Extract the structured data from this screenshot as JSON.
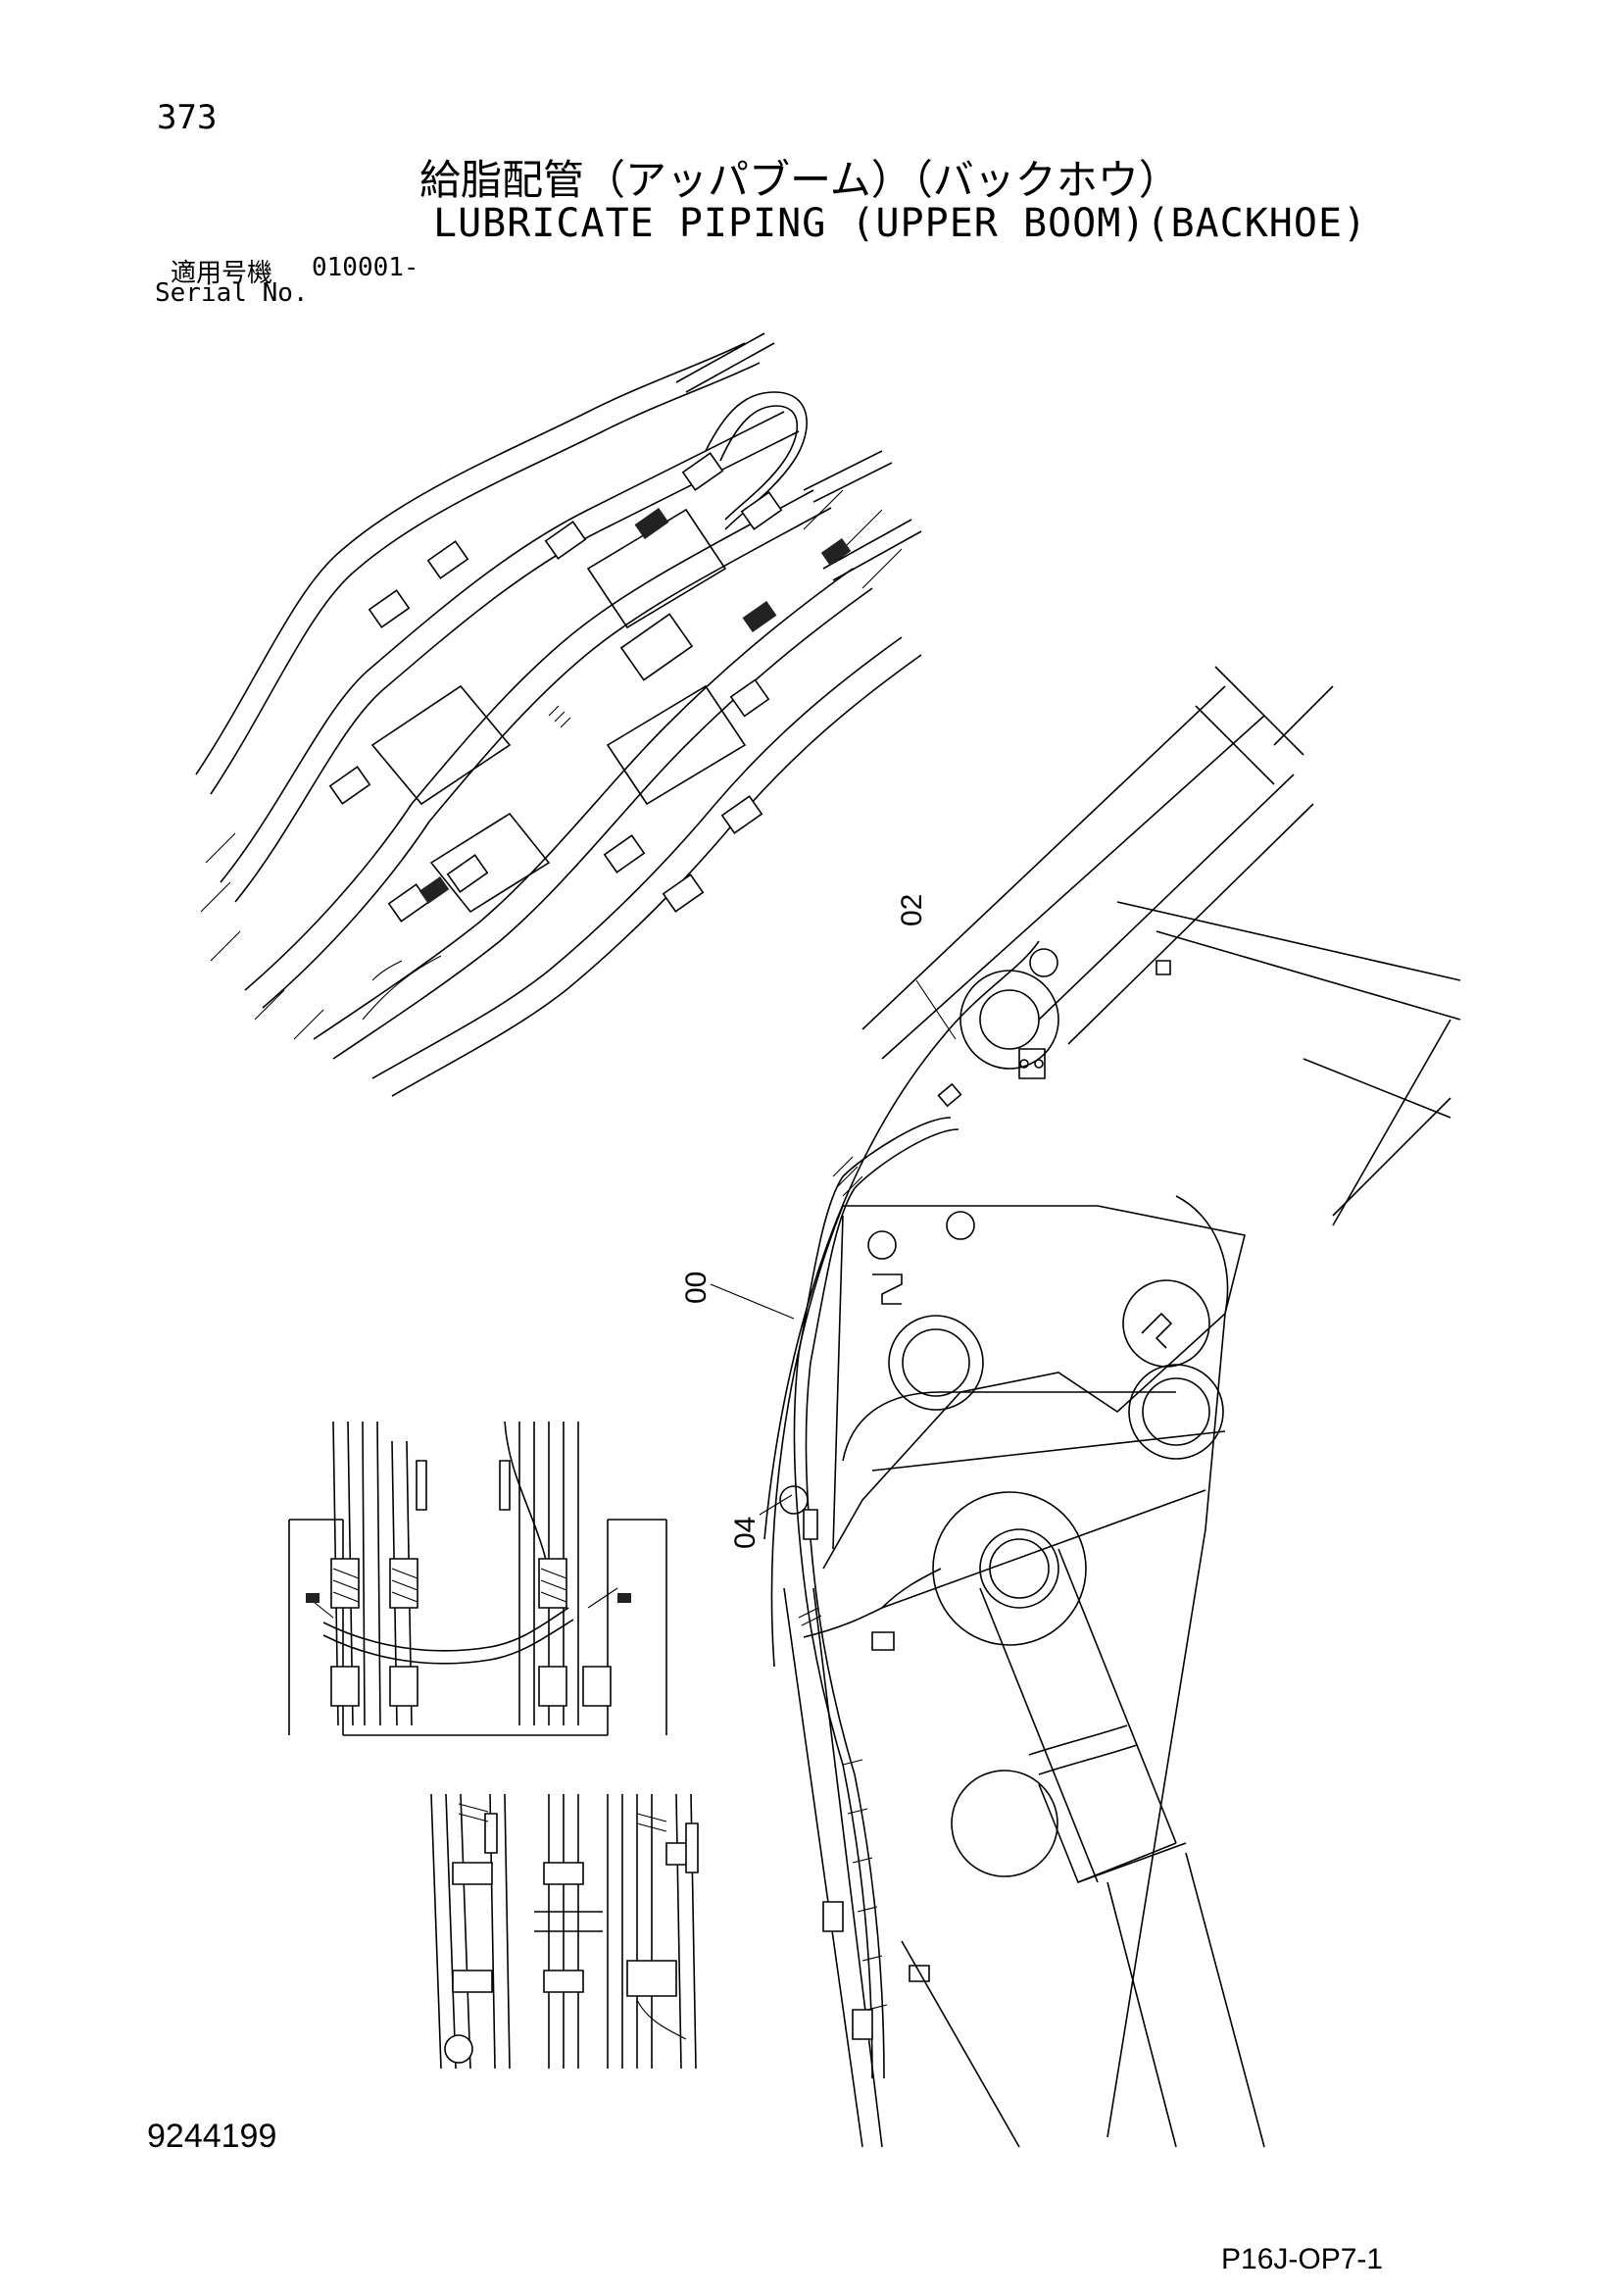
{
  "header": {
    "page_number": "373",
    "title_jp": "給脂配管（アッパブーム）（バックホウ）",
    "title_en": "LUBRICATE PIPING (UPPER BOOM)(BACKHOE)",
    "serial_label_jp": "適用号機",
    "serial_code": "010001-",
    "serial_label_en": "Serial No."
  },
  "callouts": [
    "02",
    "00",
    "04"
  ],
  "footer": {
    "doc_number": "9244199",
    "figure_code": "P16J-OP7-1"
  }
}
